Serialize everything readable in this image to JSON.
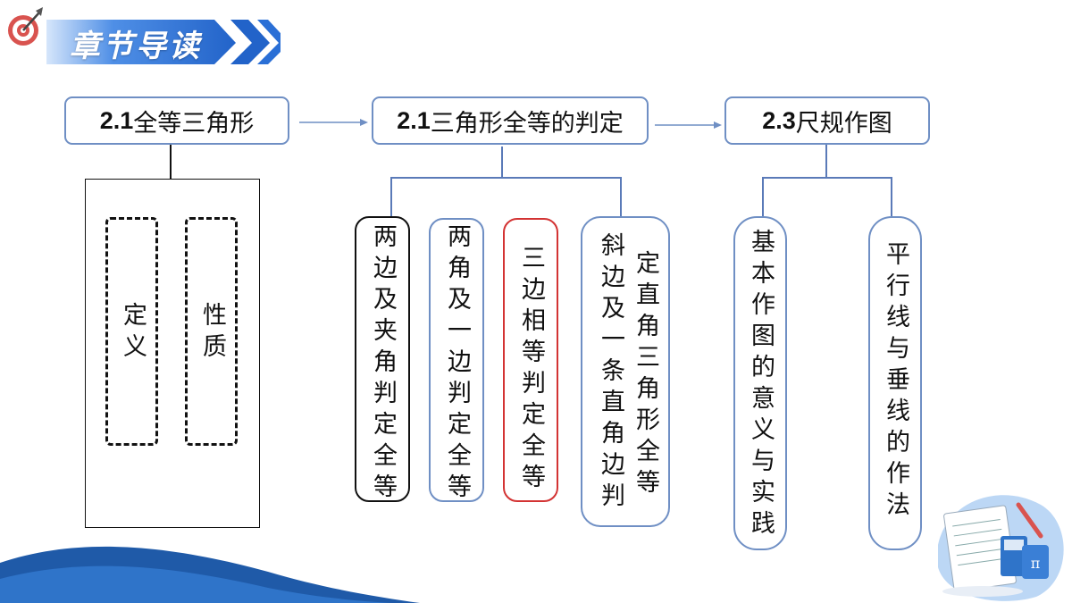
{
  "header": {
    "title": "章节导读"
  },
  "chapters": [
    {
      "num": "2.1",
      "name": "全等三角形"
    },
    {
      "num": "2.1",
      "name": "三角形全等的判定"
    },
    {
      "num": "2.3",
      "name": "尺规作图"
    }
  ],
  "chapter1": {
    "items": [
      "定义",
      "性质"
    ]
  },
  "chapter2": {
    "items": [
      "两边及夹角判定全等",
      "两角及一边判定全等",
      "三边相等判定全等"
    ],
    "item4_col1": "斜边及一条直角边判",
    "item4_col2": "定直角三角形全等"
  },
  "chapter3": {
    "items": [
      "基本作图的意义与实践",
      "平行线与垂线的作法"
    ]
  },
  "decor": {
    "pi": "π"
  },
  "colors": {
    "accent": "#2f6fd0",
    "border": "#6f8fc4",
    "highlight": "#d33333"
  }
}
